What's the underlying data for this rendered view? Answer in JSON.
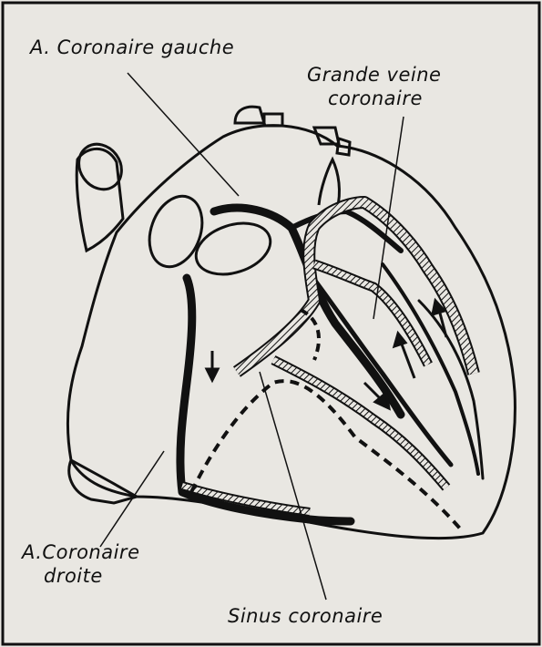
{
  "figure": {
    "subject": "heart-coronary-vessels",
    "colors": {
      "paper": "#e9e7e2",
      "ink": "#111111"
    },
    "labels": {
      "left_coronary_artery": "A. Coronaire gauche",
      "great_cardiac_vein_line1": "Grande veine",
      "great_cardiac_vein_line2": "coronaire",
      "right_coronary_artery_line1": "A.Coronaire",
      "right_coronary_artery_line2": "droite",
      "coronary_sinus": "Sinus coronaire"
    }
  }
}
